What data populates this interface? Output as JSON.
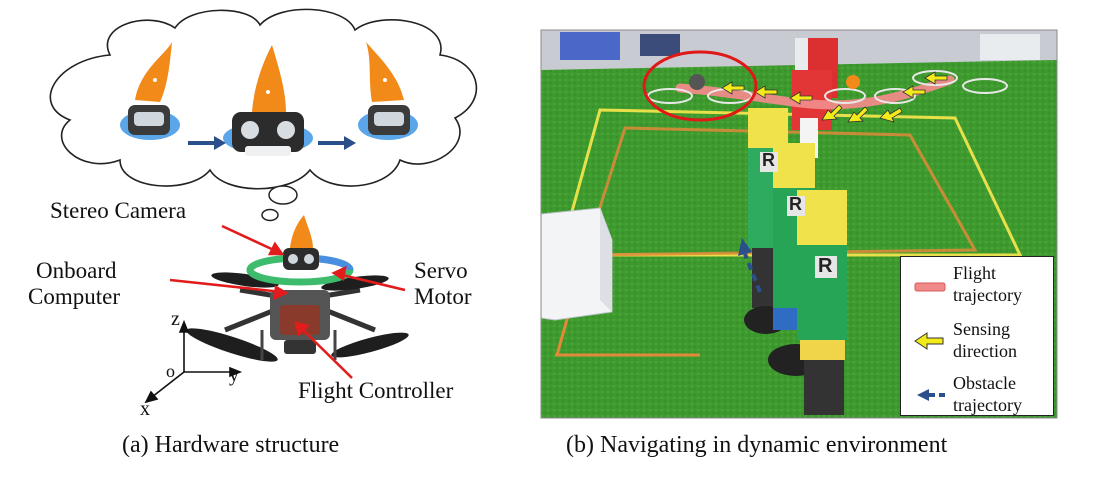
{
  "panel_a": {
    "labels": {
      "stereo_camera": "Stereo Camera",
      "onboard_computer_line1": "Onboard",
      "onboard_computer_line2": "Computer",
      "servo_motor_line1": "Servo",
      "servo_motor_line2": "Motor",
      "flight_controller": "Flight Controller"
    },
    "axes": {
      "z": "z",
      "y": "y",
      "x": "x",
      "origin": "o"
    },
    "caption": "(a) Hardware structure"
  },
  "panel_b": {
    "legend": {
      "flight_line1": "Flight",
      "flight_line2": "trajectory",
      "sensing_line1": "Sensing",
      "sensing_line2": "direction",
      "obstacle_line1": "Obstacle",
      "obstacle_line2": "trajectory"
    },
    "pillar_letter": "R",
    "caption": "(b) Navigating in dynamic environment"
  },
  "colors": {
    "flight_trajectory": "#f08a8a",
    "sensing_arrow": "#f3ea1a",
    "obstacle_arrow": "#2a4f8a",
    "pointer_red": "#e21c1c",
    "turf_green": "#3e9a2e",
    "highlight_circle": "#e01818",
    "drone_cone": "#f08a1e"
  }
}
